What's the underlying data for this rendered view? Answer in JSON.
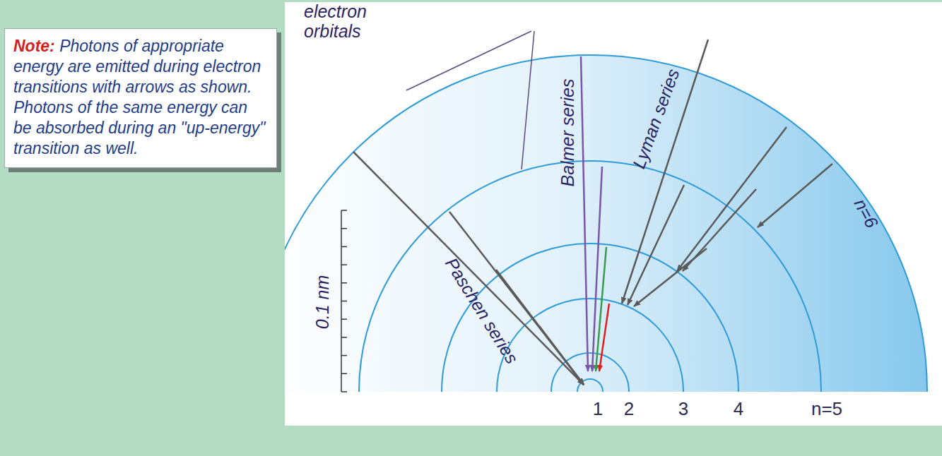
{
  "diagram": {
    "nodes": [
      {
        "text": [
          "Note:",
          "Photons of appropriate energy are emitted during electron transitions with arrows as shown. Photons of the same energy can be absorbed during an \"up-energy\" transition as well."
        ]
      }
    ],
    "labels": [
      "electron orbitals",
      "Balmer series",
      "Lyman series",
      "Paschen series",
      "n=6",
      "0.1 nm",
      "1",
      "2",
      "3",
      "4",
      "n=5"
    ]
  }
}
